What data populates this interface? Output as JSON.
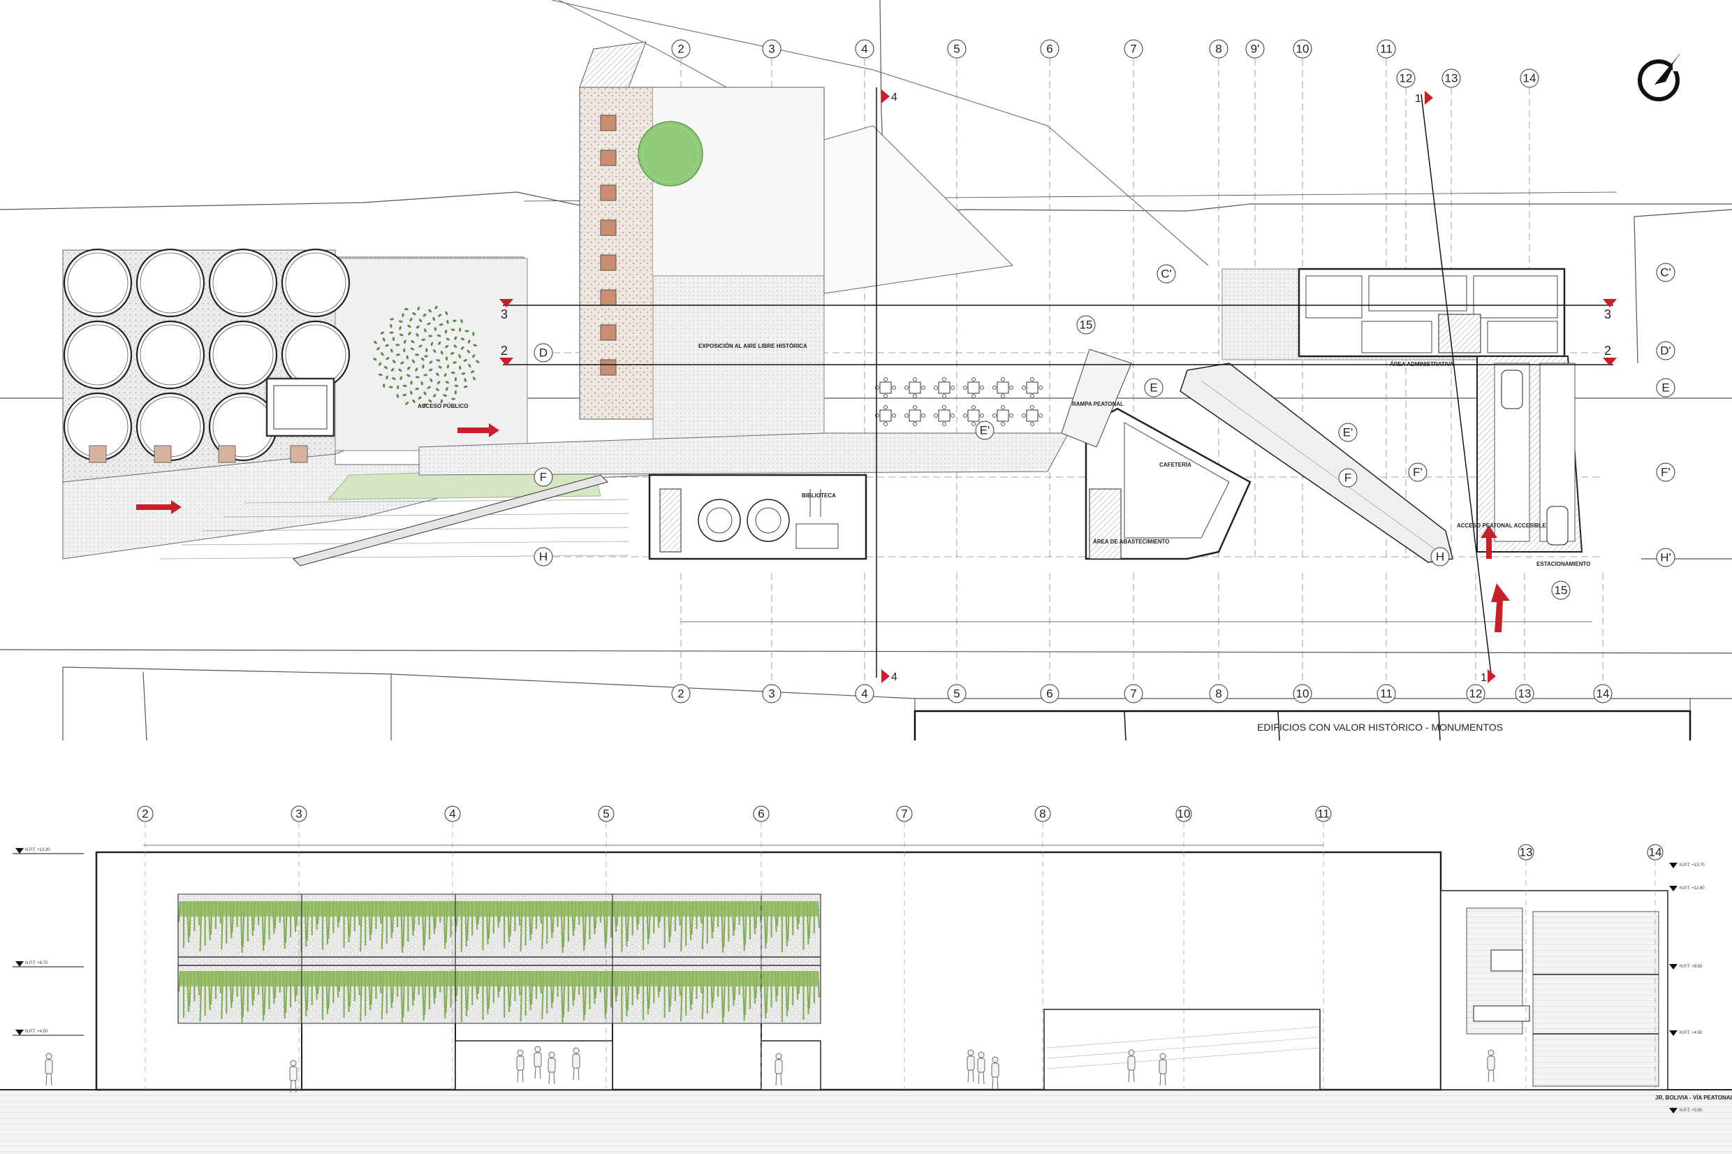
{
  "plan": {
    "grid_top": [
      "2",
      "3",
      "4",
      "5",
      "6",
      "7",
      "8",
      "9'",
      "10",
      "11",
      "12",
      "13",
      "14"
    ],
    "grid_bottom": [
      "2",
      "3",
      "4",
      "5",
      "6",
      "7",
      "8",
      "10",
      "11",
      "12",
      "13",
      "14"
    ],
    "grid_rows_left": [
      "D",
      "F",
      "H"
    ],
    "grid_rows_right": [
      "C'",
      "D'",
      "E",
      "F'",
      "H'"
    ],
    "section_marks": {
      "s1": "1",
      "s2": "2",
      "s3": "3",
      "s4": "4",
      "s15": "15"
    },
    "labels": {
      "monuments": "EDIFICIOS CON VALOR HISTÓRICO - MONUMENTOS",
      "acceso_publico": "ACCESO PÚBLICO",
      "acceso_peatonal": "ACCESO PEATONAL ACCESIBLE",
      "exposicion_aire": "EXPOSICIÓN AL AIRE LIBRE HISTÓRICA",
      "biblioteca": "BIBLIOTECA",
      "cafeteria": "CAFETERÍA",
      "area_abastecimiento": "ÁREA DE ABASTECIMIENTO",
      "area_administrativa": "ÁREA ADMINISTRATIVA",
      "rampa": "RAMPA PEATONAL",
      "estacionamiento": "ESTACIONAMIENTO"
    }
  },
  "elevation": {
    "grid": [
      "2",
      "3",
      "4",
      "5",
      "6",
      "7",
      "8",
      "10",
      "11",
      "13",
      "14"
    ],
    "levels": {
      "l1": "N.P.T. +13.30",
      "l2": "N.P.T. +8.70",
      "l3": "N.P.T. +4.50",
      "l4": "N.P.T. +0.00"
    },
    "right_levels": {
      "r1": "N.P.T. +13.70",
      "r2": "N.P.T. +12.60",
      "r3": "N.P.T. +8.50",
      "r4": "N.P.T. +4.50",
      "r5": "N.P.T. +0.00"
    },
    "street": "JR. BOLIVIA - VÍA PEATONAL"
  },
  "colors": {
    "accent": "#c8202a",
    "green": "#7aa84a",
    "line": "#222222"
  },
  "icons": {
    "north": "north-arrow-icon"
  }
}
